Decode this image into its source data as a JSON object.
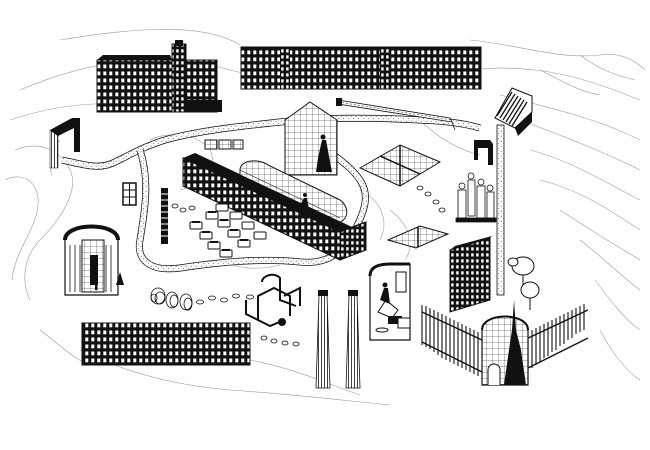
{
  "illustration": {
    "palette": {
      "ink": "#111111",
      "paper": "#ffffff",
      "contour": "#9a9a9a",
      "window": "#ffffff"
    },
    "elements": [
      "contour-lines",
      "winding-path",
      "tower-mill-building",
      "long-mill-building",
      "gable-house",
      "arch-gate-left",
      "arch-gate-right",
      "long-shed-building",
      "glass-barrel-roof",
      "crane-arm",
      "staircase-tower",
      "mesh-floor-plate",
      "small-window",
      "ladder-column",
      "domed-pavilion",
      "parked-cars",
      "pipe-installation",
      "wire-coils",
      "chimney-left",
      "chimney-right",
      "office-interior-vignette",
      "small-highrise",
      "iron-fence",
      "spire-greenhouse",
      "sculpture-group",
      "trees",
      "low-block-building",
      "stepping-stones",
      "human-figures"
    ]
  }
}
